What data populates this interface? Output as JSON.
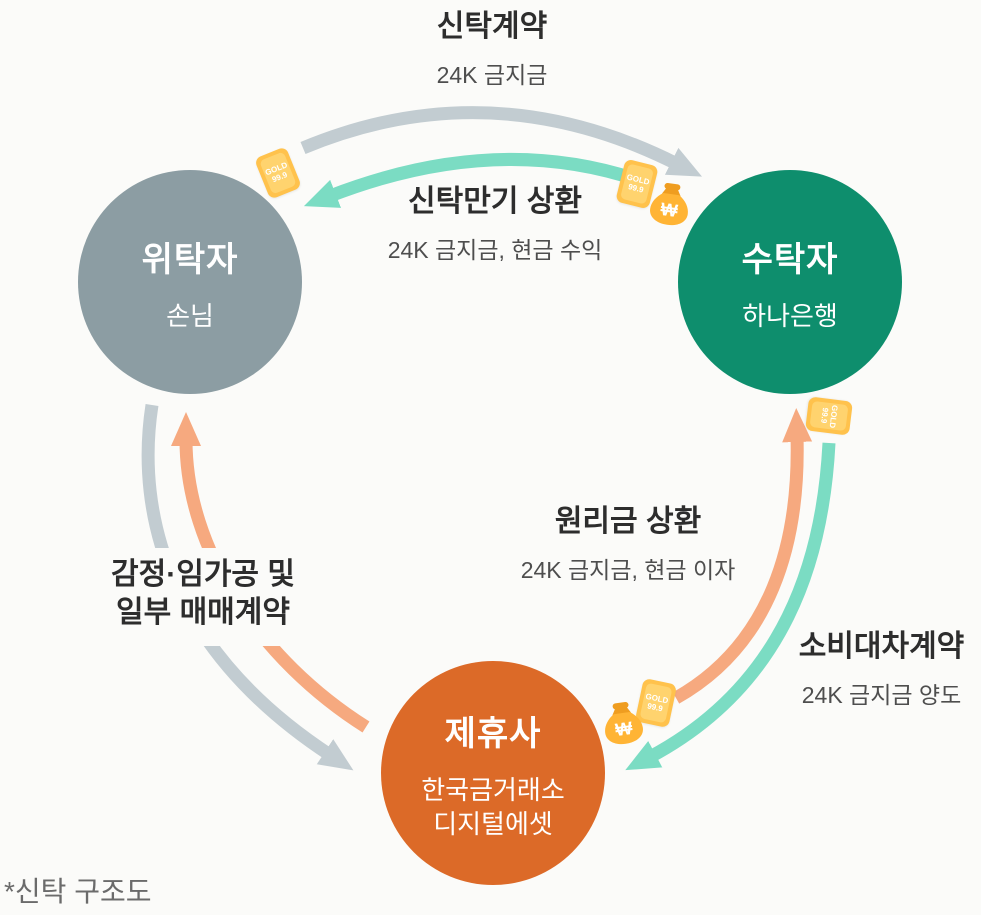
{
  "page": {
    "background": "#FBFBF9",
    "footnote": "*신탁 구조도"
  },
  "colors": {
    "truster_circle": "#8C9DA3",
    "trustee_circle": "#0E8E6D",
    "partner_circle": "#DC6A28",
    "gray_arrow": "#C2CCD1",
    "teal_arrow": "#7BDCC3",
    "orange_arrow": "#F6A97F",
    "gold_bar_icon": "#FFC24C",
    "money_bag_icon": "#FFB435"
  },
  "nodes": {
    "truster": {
      "title": "위탁자",
      "subtitle": "손님"
    },
    "trustee": {
      "title": "수탁자",
      "subtitle": "하나은행"
    },
    "partner": {
      "title": "제휴사",
      "subtitle_line1": "한국금거래소",
      "subtitle_line2": "디지털에셋"
    }
  },
  "edges": {
    "trust_contract": {
      "title": "신탁계약",
      "subtitle": "24K 금지금"
    },
    "maturity_repayment": {
      "title": "신탁만기 상환",
      "subtitle": "24K 금지금, 현금 수익"
    },
    "principal_repayment": {
      "title": "원리금 상환",
      "subtitle": "24K 금지금, 현금 이자"
    },
    "loan_contract": {
      "title": "소비대차계약",
      "subtitle": "24K 금지금 양도"
    },
    "appraisal_contract": {
      "title_line1": "감정·임가공 및",
      "title_line2": "일부 매매계약"
    }
  },
  "icons": {
    "gold_bar": {
      "line1": "GOLD",
      "line2": "99.9"
    },
    "money_bag": {
      "symbol": "₩"
    }
  }
}
